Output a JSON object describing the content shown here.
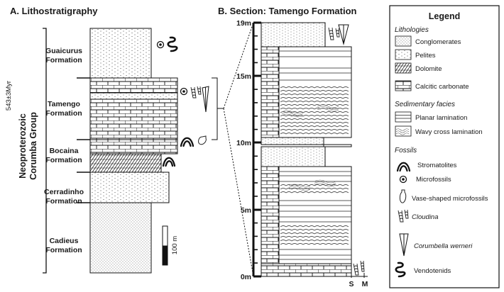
{
  "panel_a": {
    "title": "A. Lithostratigraphy",
    "group_line1": "Neoproterozoic",
    "group_line2": "Corumba Group",
    "age": "543±3Myr",
    "formations": [
      {
        "line1": "Guaicurus",
        "line2": "Formation"
      },
      {
        "line1": "Tamengo",
        "line2": "Formation"
      },
      {
        "line1": "Bocaina",
        "line2": "Formation"
      },
      {
        "line1": "Cerradinho",
        "line2": "Formation"
      },
      {
        "line1": "Cadieus",
        "line2": "Formation"
      }
    ],
    "scale_label": "100 m"
  },
  "panel_b": {
    "title": "B. Section: Tamengo Formation",
    "y_ticks": [
      "0m",
      "5m",
      "10m",
      "15m",
      "19m"
    ],
    "x_labels": [
      "S",
      "M"
    ]
  },
  "legend": {
    "title": "Legend",
    "lithologies_heading": "Lithologies",
    "lithologies": [
      "Conglomerates",
      "Pelites",
      "Dolomite",
      "Calcitic carbonate"
    ],
    "facies_heading": "Sedimentary facies",
    "facies": [
      "Planar lamination",
      "Wavy cross lamination"
    ],
    "fossils_heading": "Fossils",
    "fossils": [
      "Stromatolites",
      "Microfossils",
      "Vase-shaped microfossils",
      "Cloudina",
      "Corumbella werneri",
      "Vendotenids"
    ]
  }
}
